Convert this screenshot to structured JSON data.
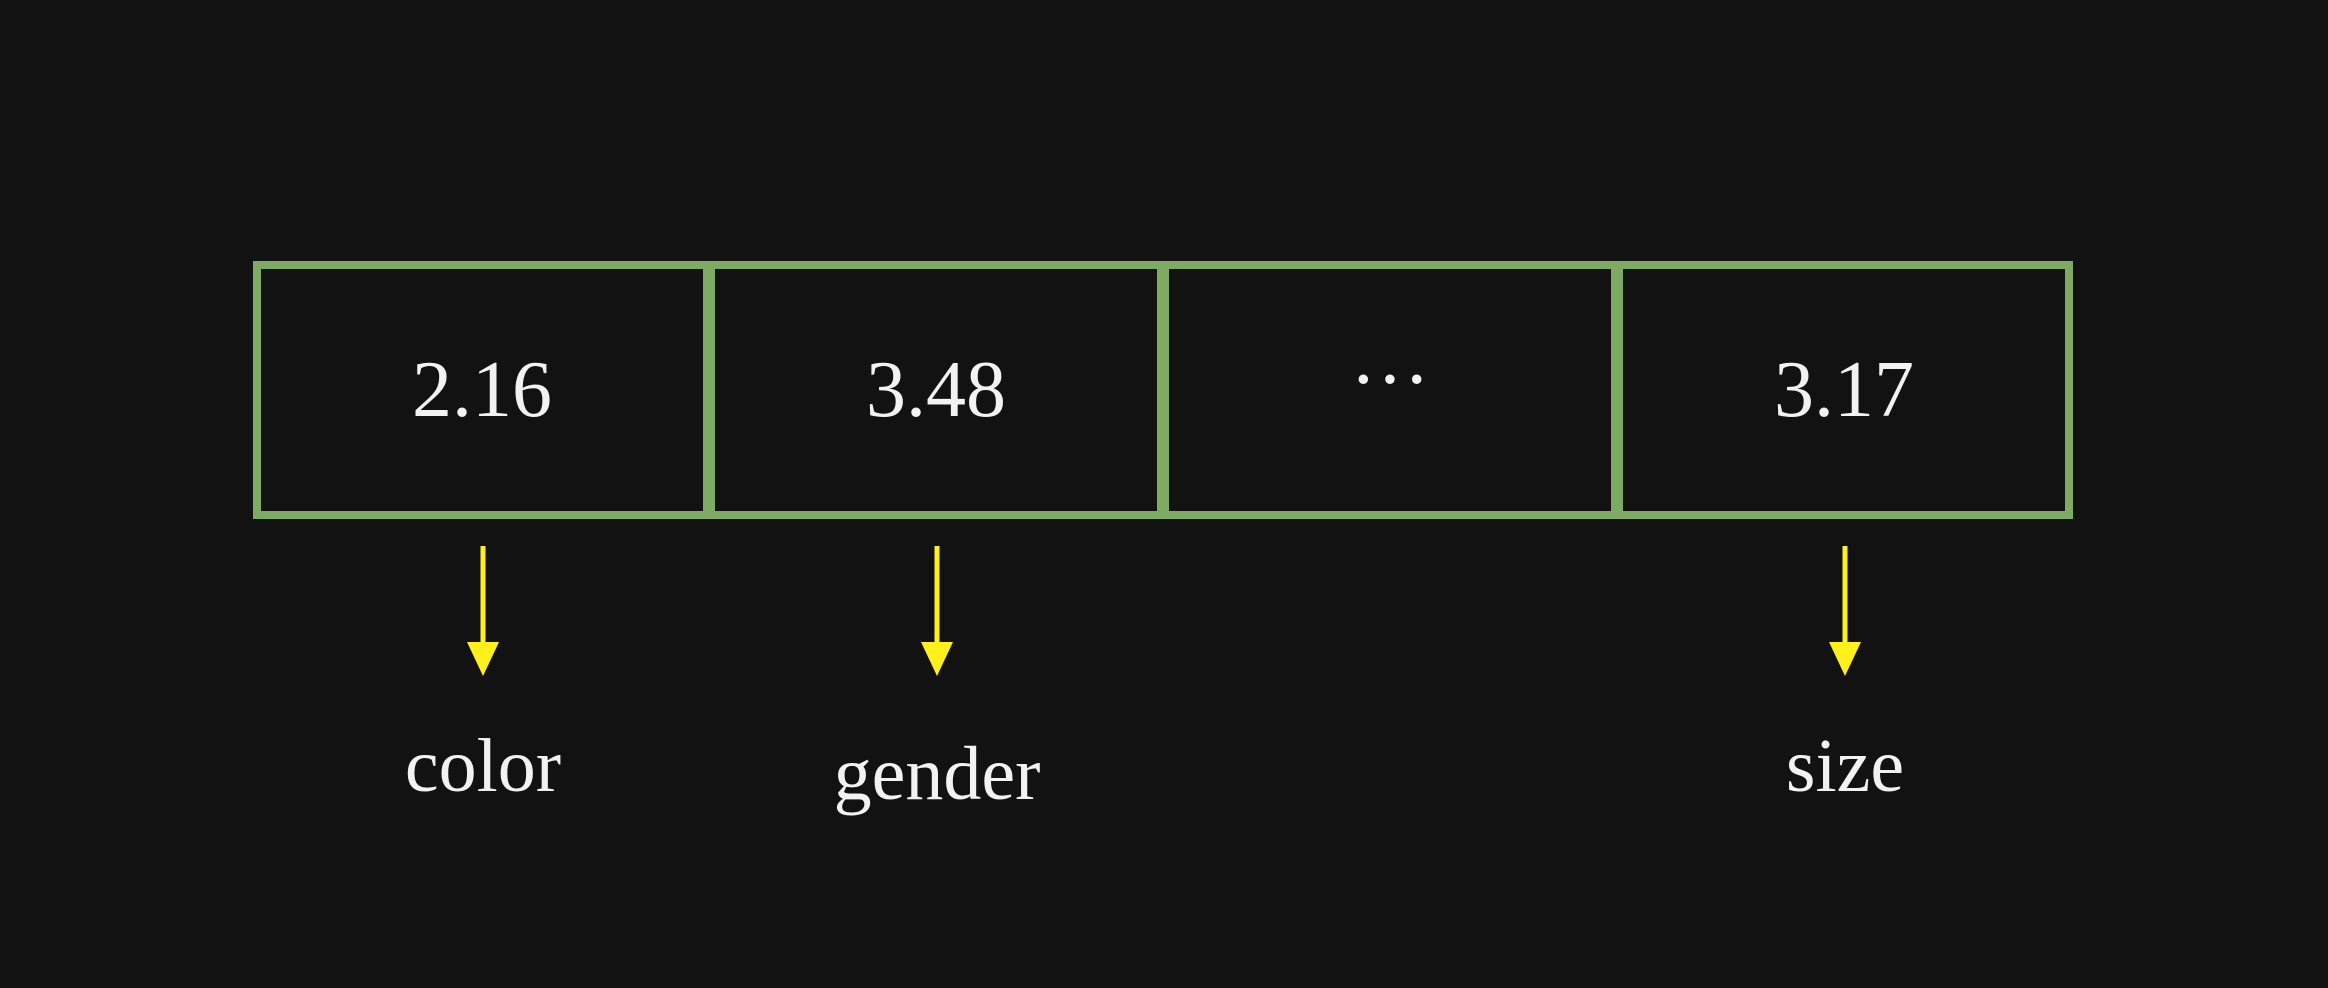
{
  "colors": {
    "background": "#121212",
    "cell_border": "#7faa63",
    "arrow": "#ffef1a",
    "text": "#f2f2f2"
  },
  "vector": {
    "cells": [
      {
        "value": "2.16",
        "label": "color"
      },
      {
        "value": "3.48",
        "label": "gender"
      },
      {
        "value": "···",
        "label": ""
      },
      {
        "value": "3.17",
        "label": "size"
      }
    ]
  }
}
